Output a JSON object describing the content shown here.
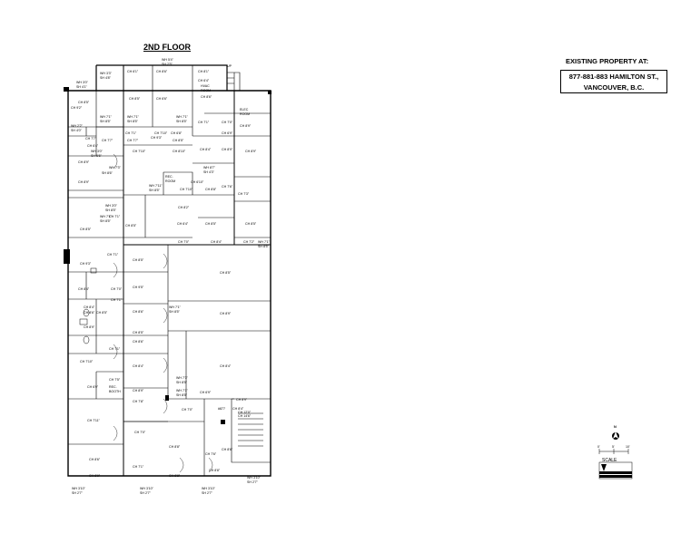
{
  "title": "2ND FLOOR",
  "property": {
    "label": "EXISTING PROPERTY AT:",
    "address_line1": "877-881-883 HAMILTON ST.,",
    "address_line2": "VANCOUVER, B.C."
  },
  "north_arrow": "N",
  "scale": {
    "label": "SCALE",
    "ticks": [
      "0'",
      "5'",
      "10'"
    ]
  },
  "room_labels": [
    "WH 5'4\"",
    "SH 2'5\"",
    "UP",
    "WH 3'3\"",
    "SH 4'8\"",
    "CH 6'1\"",
    "CH 8'6\"",
    "CH 8'1\"",
    "WH 3'0\"",
    "SH 4'1\"",
    "CH 6'4\"",
    "HVAC",
    "ROOM",
    "CH 8'6\"",
    "CH 9'2\"",
    "CH 8'5\"",
    "CH 8'5\"",
    "CH 6'6\"",
    "WH 7'1\"",
    "SH 8'5\"",
    "WH 7'1\"",
    "SH 8'5\"",
    "WH 7'1\"",
    "SH 8'5\"",
    "CH 7'1\"",
    "CH 7'0\"",
    "ELEC",
    "ROOM",
    "CH 8'9\"",
    "WH 2'2\"",
    "SH 4'0\"",
    "CH 7'7\"",
    "CH 7'1\"",
    "CH 7'10\"",
    "CH 6'8\"",
    "CH 6'9\"",
    "CH 6'4\"",
    "CH 7'7\"",
    "CH 7'7\"",
    "CH 9'3\"",
    "CH 8'5\"",
    "WH 3'0\"",
    "SH 6'6\"",
    "CH 7'10\"",
    "CH 8'10\"",
    "CH 8'4\"",
    "CH 8'9\"",
    "CH 8'9\"",
    "CH 8'9\"",
    "WH 7'3\"",
    "SH 8'6\"",
    "REC.",
    "ROOM",
    "WH 8'7\"",
    "SH 4'3\"",
    "CH 8'9\"",
    "WH 7'11\"",
    "SH 8'5\"",
    "CH 7'10\"",
    "CH 6'10\"",
    "CH 7'6\"",
    "CH 8'8\"",
    "CH 7'3\"",
    "WH 3'0\"",
    "SH 8'5\"",
    "CH 8'2\"",
    "CH 7'1\"",
    "WH 7'1\"",
    "SH 8'5\"",
    "CH 8'5\"",
    "CH 6'4\"",
    "CH 8'5\"",
    "CH 8'5\"",
    "CH 8'5\"",
    "CH 7'0\"",
    "CH 8'4\"",
    "CH 7'2\"",
    "WH 7'1\"",
    "SH 8'5\"",
    "CH 7'1\"",
    "CH 8'5\"",
    "CH 9'3\"",
    "CH 8'5\"",
    "CH 9'5\"",
    "CH 7'0\"",
    "CH 8'4\"",
    "CH 7'1\"",
    "CH 8'6\"",
    "CH 8'9\"",
    "CH 8'4\"",
    "CH 8'5\"",
    "CH 8'6\"",
    "WH 7'1\"",
    "SH 8'5\"",
    "CH 8'9\"",
    "CH 8'5\"",
    "CH 7'1\"",
    "CH 8'6\"",
    "CH 7'10\"",
    "CH 8'4\"",
    "WH 7'3\"",
    "SH 8'5\"",
    "CH 8'4\"",
    "CH 7'5\"",
    "CH 6'9\"",
    "REC.",
    "BOOTH",
    "CH 8'9\"",
    "WH 7'1\"",
    "SH 8'5\"",
    "CH 6'9\"",
    "CH 7'8\"",
    "CH 8'9\"",
    "CH 7'0\"",
    "CH 8'4\"",
    "#877",
    "CH 12'0\"",
    "CH 14'6\"",
    "CH 7'11\"",
    "CH 7'0\"",
    "CH 8'8\"",
    "CH 7'6\"",
    "CH 8'6\"",
    "CH 8'6\"",
    "CH 8'9\"",
    "CH 7'1\"",
    "CH 8'8\"",
    "CH 8'8\"",
    "WH 3'10\"",
    "SH 2'7\"",
    "WH 3'10\"",
    "SH 2'7\"",
    "WH 3'10\"",
    "SH 2'7\"",
    "WH 3'10\"",
    "SH 2'7\""
  ]
}
